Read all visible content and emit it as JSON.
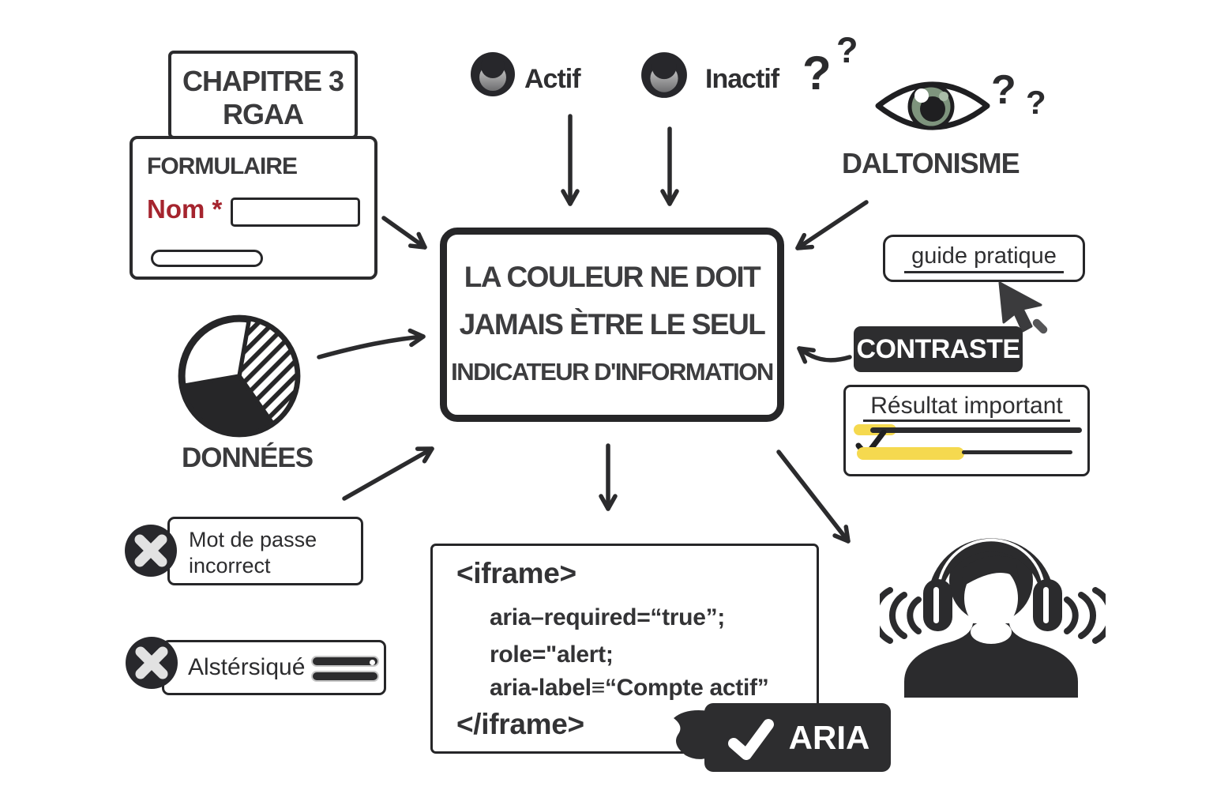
{
  "palette": {
    "ink": "#2b2b2d",
    "red": "#a5242e",
    "yellow": "#f5d94f",
    "iris_green": "#7e947d",
    "dark_badge": "#2d2d2f"
  },
  "chapitre_card": {
    "line1": "CHAPITRE 3",
    "line2": "RGAA"
  },
  "form_card": {
    "title": "FORMULAIRE",
    "field_label": "Nom *",
    "field_value": "",
    "field2_value": ""
  },
  "status": {
    "actif_label": "Actif",
    "inactif_label": "Inactif",
    "q1": "?",
    "q2": "?"
  },
  "daltonisme": {
    "label": "DALTONISME",
    "q1": "?",
    "q2": "?"
  },
  "center_message": {
    "line1": "LA COULEUR NE DOIT",
    "line2": "JAMAIS ÈTRE LE SEUL",
    "line3": "INDICATEUR D'INFORMATION"
  },
  "guide_pratique": {
    "label": "guide pratique"
  },
  "contraste": {
    "label": "CONTRASTE"
  },
  "resultat": {
    "title": "Résultat important"
  },
  "donnees": {
    "label": "DONNÉES"
  },
  "error_password": {
    "line1": "Mot de passe",
    "line2": "incorrect"
  },
  "error_asterisk": {
    "label": "Alstérsiqué"
  },
  "code_block": {
    "open_tag": "<iframe>",
    "line1": "aria–required=“true”;",
    "line2": "role=\"alert;",
    "line3": "aria-label≡“Compte actif”",
    "close_tag": "</iframe>"
  },
  "aria_badge": {
    "label": "ARIA"
  },
  "icons": {
    "status-dot": "dark-circle-with-gray-crescent",
    "eye-icon": "eye-with-green-iris",
    "cursor-icon": "mouse-pointer-arrow",
    "error-x-icon": "x-in-dark-circle",
    "check-icon": "checkmark",
    "pie-chart-icon": "pie-3-slices-white-hatched-solid",
    "headphones-user-icon": "person-with-headphones-and-sound-waves",
    "toggle-bars-icon": "two-dark-rounded-bars"
  }
}
